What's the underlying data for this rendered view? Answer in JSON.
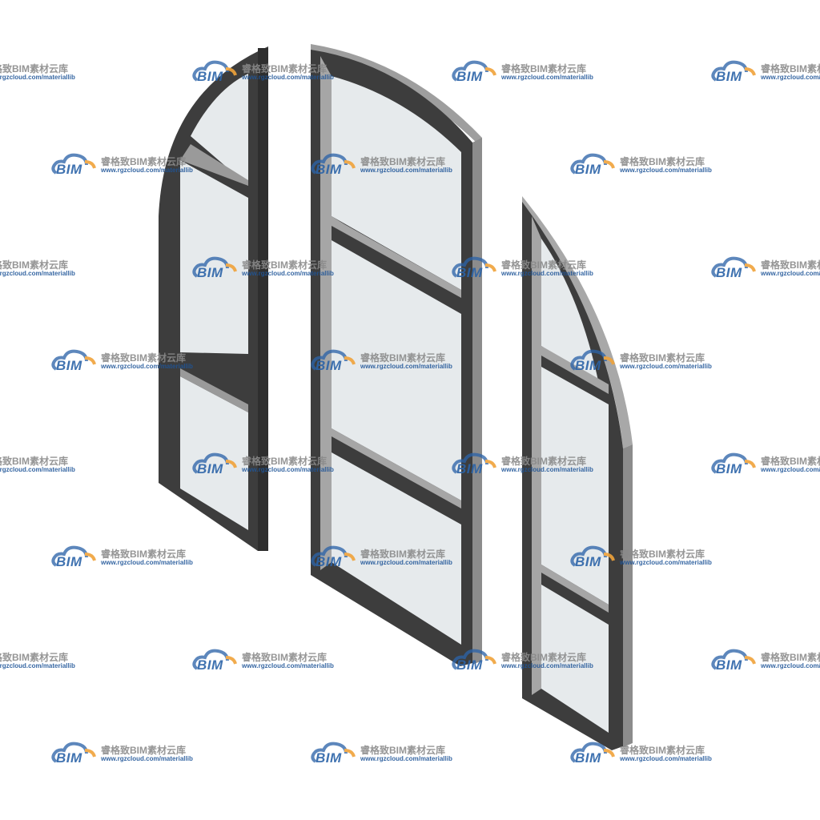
{
  "watermark": {
    "name": "睿格致BIM素材云库",
    "url": "www.rgzcloud.com/materiallib",
    "badge": "BIM"
  },
  "colors": {
    "frame_dark": "#3d3d3d",
    "frame_side": "#8c8c8c",
    "frame_light": "#b5b5b5",
    "glass": "#e6eaec",
    "watermark_blue": "#2b63a8",
    "watermark_orange": "#f0a33a"
  }
}
